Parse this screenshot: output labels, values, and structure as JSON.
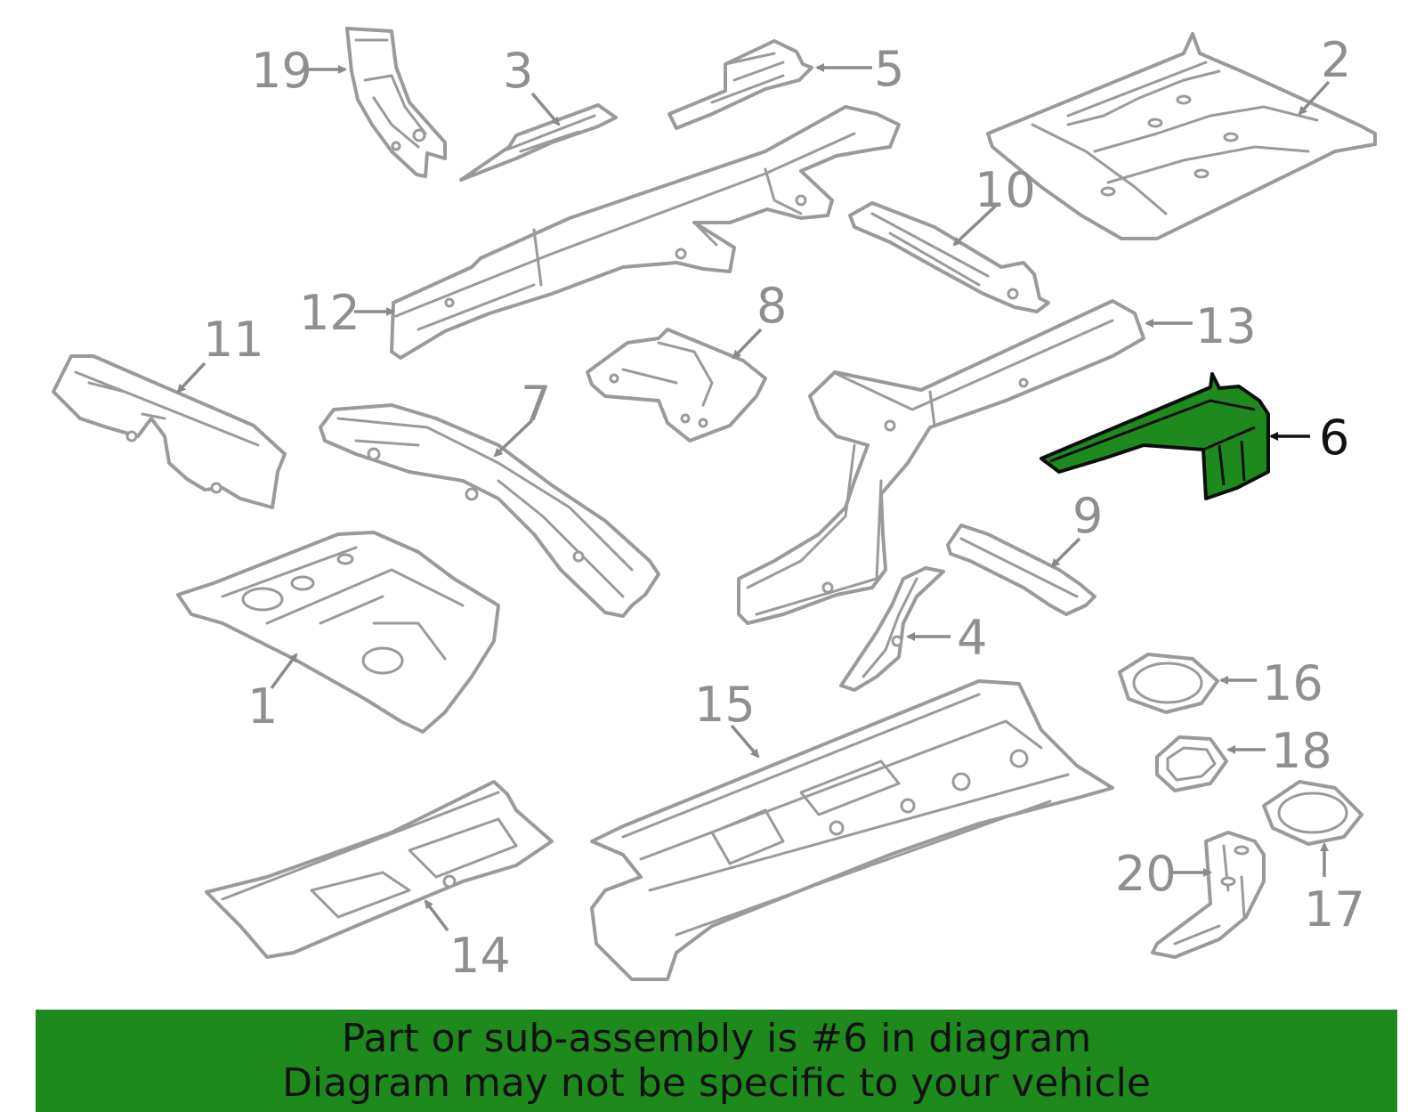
{
  "diagram": {
    "highlight_color": "#1e8a1e",
    "outline_color": "#9a9a9a",
    "callouts": [
      {
        "id": "c1",
        "label": "1"
      },
      {
        "id": "c2",
        "label": "2"
      },
      {
        "id": "c3",
        "label": "3"
      },
      {
        "id": "c4",
        "label": "4"
      },
      {
        "id": "c5",
        "label": "5"
      },
      {
        "id": "c6",
        "label": "6",
        "highlighted": true
      },
      {
        "id": "c7",
        "label": "7"
      },
      {
        "id": "c8",
        "label": "8"
      },
      {
        "id": "c9",
        "label": "9"
      },
      {
        "id": "c10",
        "label": "10"
      },
      {
        "id": "c11",
        "label": "11"
      },
      {
        "id": "c12",
        "label": "12"
      },
      {
        "id": "c13",
        "label": "13"
      },
      {
        "id": "c14",
        "label": "14"
      },
      {
        "id": "c15",
        "label": "15"
      },
      {
        "id": "c16",
        "label": "16"
      },
      {
        "id": "c17",
        "label": "17"
      },
      {
        "id": "c18",
        "label": "18"
      },
      {
        "id": "c19",
        "label": "19"
      },
      {
        "id": "c20",
        "label": "20"
      }
    ]
  },
  "banner": {
    "line1": "Part or sub-assembly is #6 in diagram",
    "line2": "Diagram may not be specific to your vehicle"
  }
}
